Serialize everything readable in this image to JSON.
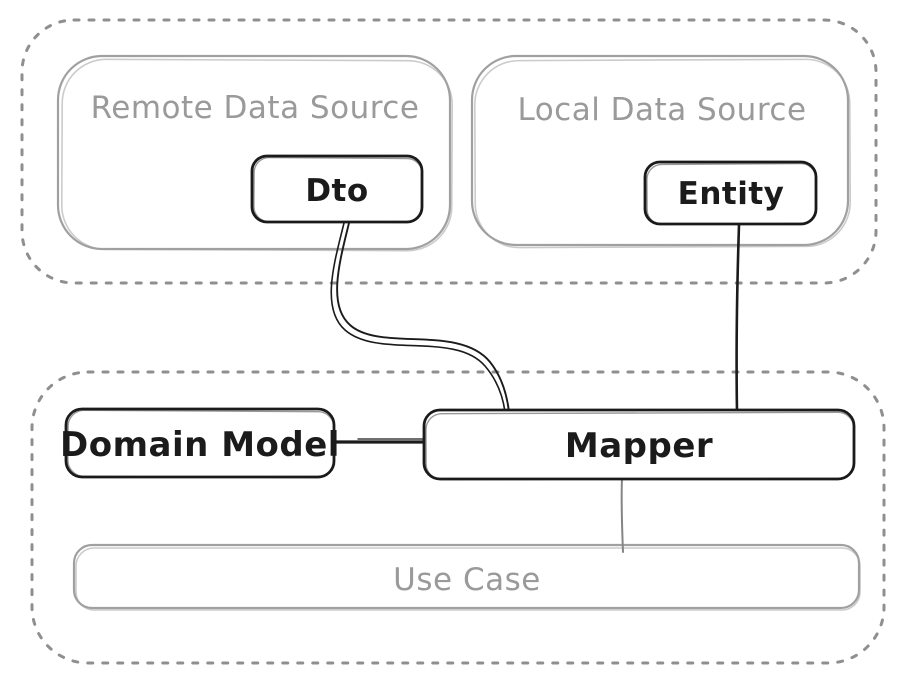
{
  "nodes": {
    "remote_data_source": {
      "label": "Remote Data Source",
      "kind": "container-muted"
    },
    "local_data_source": {
      "label": "Local Data Source",
      "kind": "container-muted"
    },
    "dto": {
      "label": "Dto",
      "kind": "component-ink"
    },
    "entity": {
      "label": "Entity",
      "kind": "component-ink"
    },
    "domain_model": {
      "label": "Domain Model",
      "kind": "component-ink"
    },
    "mapper": {
      "label": "Mapper",
      "kind": "component-ink"
    },
    "use_case": {
      "label": "Use Case",
      "kind": "container-muted"
    }
  },
  "edges": [
    {
      "from": "Dto",
      "to": "Mapper",
      "style": "curved-double-stroke-black"
    },
    {
      "from": "Entity",
      "to": "Mapper",
      "style": "straight-black"
    },
    {
      "from": "Domain Model",
      "to": "Mapper",
      "style": "straight-double-stroke-black"
    },
    {
      "from": "Mapper",
      "to": "Use Case",
      "style": "straight-gray"
    }
  ],
  "colors": {
    "background": "#ffffff",
    "ink": "#1b1b1b",
    "muted_stroke": "#a0a0a0",
    "muted_text": "#9a9a9a",
    "dashed_stroke": "#8f8f8f",
    "muted_connector": "#858585"
  }
}
